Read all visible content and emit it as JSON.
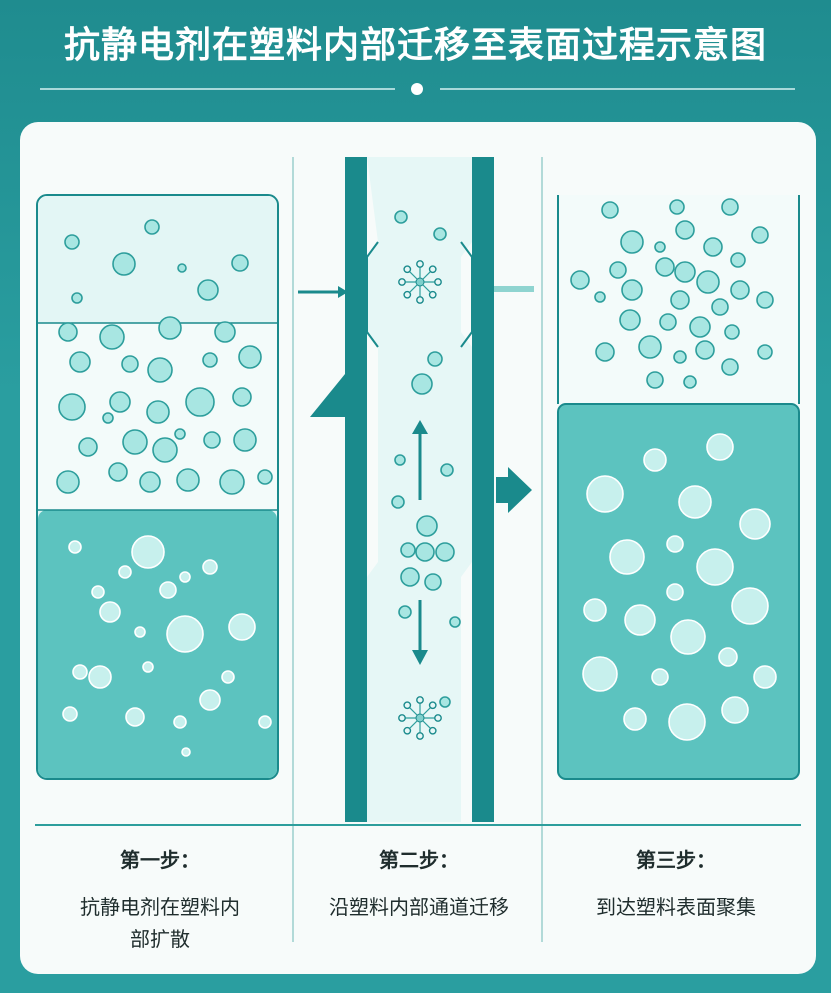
{
  "header": {
    "title": "抗静电剂在塑料内部迁移至表面过程示意图"
  },
  "steps": [
    {
      "step": "第一步：",
      "desc": "抗静电剂在塑料内部扩散"
    },
    {
      "step": "第二步：",
      "desc": "沿塑料内部通道迁移"
    },
    {
      "step": "第三步：",
      "desc": "到达塑料表面聚集"
    }
  ],
  "colors": {
    "background": "#2a9ea0",
    "card": "#f7fbfa",
    "teal_dark": "#1a8a8c",
    "teal_fill": "#7fd0cc",
    "bubble": "#a8e6e2",
    "bubble_stroke": "#2d9e9c"
  },
  "icons": {
    "arrow": "arrow-right-icon",
    "molecule": "molecule-cluster-icon"
  }
}
